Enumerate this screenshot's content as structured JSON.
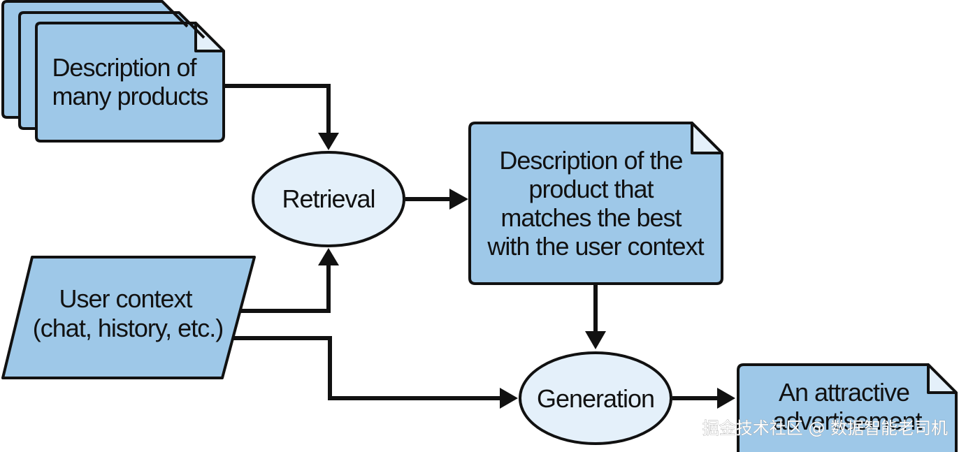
{
  "colors": {
    "box_fill": "#9ec8e8",
    "ellipse_fill": "#e4f0fa",
    "stroke": "#111111",
    "background": "#ffffff"
  },
  "nodes": {
    "product_descriptions": {
      "lines": [
        "Description of",
        "many products"
      ]
    },
    "retrieval": {
      "label": "Retrieval"
    },
    "matched_description": {
      "lines": [
        "Description of the",
        "product that",
        "matches the best",
        "with the user context"
      ]
    },
    "user_context": {
      "lines": [
        "User context",
        "(chat, history, etc.)"
      ]
    },
    "generation": {
      "label": "Generation"
    },
    "advertisement": {
      "lines": [
        "An attractive",
        "advertisement"
      ]
    }
  },
  "watermark": "掘金技术社区 @ 数据智能老司机"
}
